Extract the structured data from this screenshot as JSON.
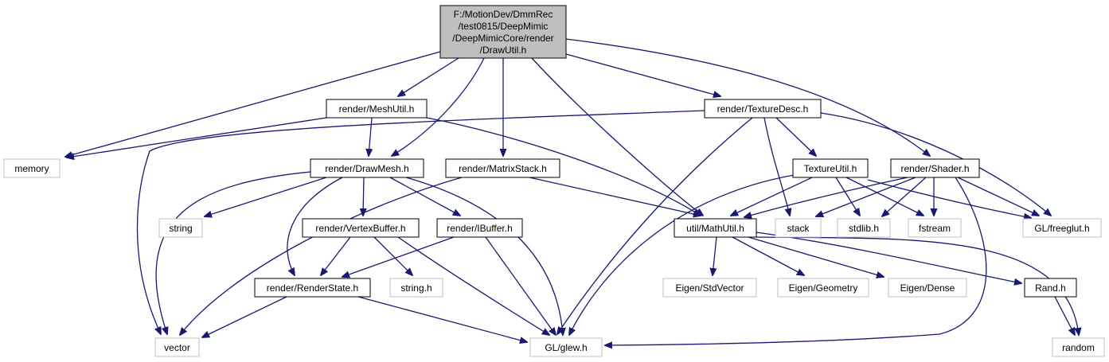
{
  "graph": {
    "root": {
      "label_lines": [
        "F:/MotionDev/DmmRec",
        "/test0815/DeepMimic",
        "/DeepMimicCore/render",
        "/DrawUtil.h"
      ]
    },
    "nodes": [
      {
        "id": "memory",
        "label": "memory",
        "kind": "system"
      },
      {
        "id": "meshutil",
        "label": "render/MeshUtil.h",
        "kind": "project"
      },
      {
        "id": "drawmesh",
        "label": "render/DrawMesh.h",
        "kind": "project"
      },
      {
        "id": "matrixstack",
        "label": "render/MatrixStack.h",
        "kind": "project"
      },
      {
        "id": "texturedesc",
        "label": "render/TextureDesc.h",
        "kind": "project"
      },
      {
        "id": "textureutil",
        "label": "TextureUtil.h",
        "kind": "project"
      },
      {
        "id": "shader",
        "label": "render/Shader.h",
        "kind": "project"
      },
      {
        "id": "freeglut",
        "label": "GL/freeglut.h",
        "kind": "system"
      },
      {
        "id": "string",
        "label": "string",
        "kind": "system"
      },
      {
        "id": "vertexbuffer",
        "label": "render/VertexBuffer.h",
        "kind": "project"
      },
      {
        "id": "ibuffer",
        "label": "render/IBuffer.h",
        "kind": "project"
      },
      {
        "id": "mathutil",
        "label": "util/MathUtil.h",
        "kind": "project"
      },
      {
        "id": "stack",
        "label": "stack",
        "kind": "system"
      },
      {
        "id": "stdlib",
        "label": "stdlib.h",
        "kind": "system"
      },
      {
        "id": "fstream",
        "label": "fstream",
        "kind": "system"
      },
      {
        "id": "renderstate",
        "label": "render/RenderState.h",
        "kind": "project"
      },
      {
        "id": "stringh",
        "label": "string.h",
        "kind": "system"
      },
      {
        "id": "eigenstd",
        "label": "Eigen/StdVector",
        "kind": "system"
      },
      {
        "id": "eigengeo",
        "label": "Eigen/Geometry",
        "kind": "system"
      },
      {
        "id": "eigendense",
        "label": "Eigen/Dense",
        "kind": "system"
      },
      {
        "id": "rand",
        "label": "Rand.h",
        "kind": "project"
      },
      {
        "id": "vector",
        "label": "vector",
        "kind": "system"
      },
      {
        "id": "glew",
        "label": "GL/glew.h",
        "kind": "system"
      },
      {
        "id": "random",
        "label": "random",
        "kind": "system"
      }
    ],
    "edges": [
      [
        "root",
        "memory"
      ],
      [
        "root",
        "meshutil"
      ],
      [
        "root",
        "drawmesh"
      ],
      [
        "root",
        "matrixstack"
      ],
      [
        "root",
        "mathutil"
      ],
      [
        "root",
        "texturedesc"
      ],
      [
        "root",
        "shader"
      ],
      [
        "meshutil",
        "memory"
      ],
      [
        "meshutil",
        "drawmesh"
      ],
      [
        "meshutil",
        "mathutil"
      ],
      [
        "texturedesc",
        "vector"
      ],
      [
        "texturedesc",
        "glew"
      ],
      [
        "texturedesc",
        "stack"
      ],
      [
        "texturedesc",
        "textureutil"
      ],
      [
        "texturedesc",
        "freeglut"
      ],
      [
        "drawmesh",
        "vector"
      ],
      [
        "drawmesh",
        "string"
      ],
      [
        "drawmesh",
        "renderstate"
      ],
      [
        "drawmesh",
        "vertexbuffer"
      ],
      [
        "drawmesh",
        "ibuffer"
      ],
      [
        "drawmesh",
        "glew"
      ],
      [
        "matrixstack",
        "vector"
      ],
      [
        "matrixstack",
        "mathutil"
      ],
      [
        "textureutil",
        "glew"
      ],
      [
        "textureutil",
        "mathutil"
      ],
      [
        "textureutil",
        "stdlib"
      ],
      [
        "textureutil",
        "fstream"
      ],
      [
        "textureutil",
        "freeglut"
      ],
      [
        "shader",
        "mathutil"
      ],
      [
        "shader",
        "stack"
      ],
      [
        "shader",
        "stdlib"
      ],
      [
        "shader",
        "fstream"
      ],
      [
        "shader",
        "freeglut"
      ],
      [
        "shader",
        "glew"
      ],
      [
        "vertexbuffer",
        "renderstate"
      ],
      [
        "vertexbuffer",
        "stringh"
      ],
      [
        "vertexbuffer",
        "glew"
      ],
      [
        "ibuffer",
        "renderstate"
      ],
      [
        "ibuffer",
        "glew"
      ],
      [
        "renderstate",
        "vector"
      ],
      [
        "renderstate",
        "glew"
      ],
      [
        "mathutil",
        "eigenstd"
      ],
      [
        "mathutil",
        "eigengeo"
      ],
      [
        "mathutil",
        "eigendense"
      ],
      [
        "mathutil",
        "rand"
      ],
      [
        "mathutil",
        "random"
      ],
      [
        "rand",
        "random"
      ]
    ],
    "colors": {
      "edge": "#191970",
      "root_fill": "#bfbfbf",
      "root_border": "#000000",
      "project_border": "#000000",
      "system_border": "#bfbfbf",
      "system_text": "#000000"
    }
  }
}
